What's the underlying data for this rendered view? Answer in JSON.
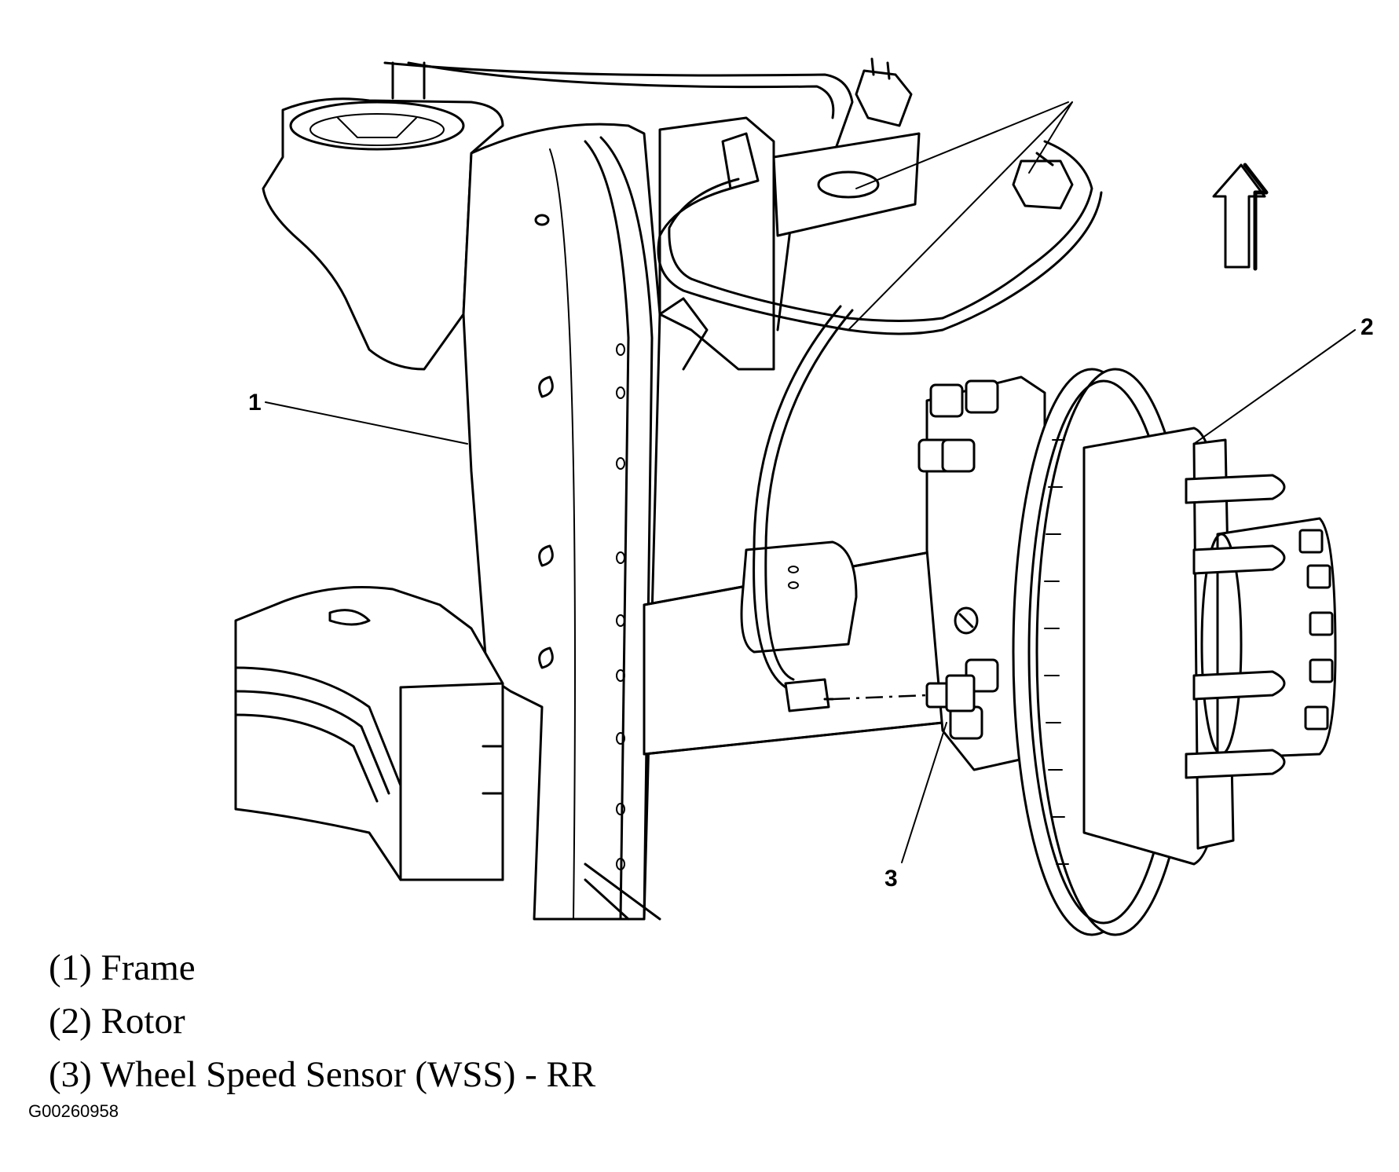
{
  "callouts": {
    "c1": "1",
    "c2": "2",
    "c3": "3"
  },
  "legend": [
    {
      "text": "(1) Frame"
    },
    {
      "text": "(2) Rotor"
    },
    {
      "text": "(3) Wheel Speed Sensor (WSS) - RR"
    }
  ],
  "figure_id": "G00260958",
  "icons": {
    "direction_arrow": "up-arrow-icon"
  }
}
